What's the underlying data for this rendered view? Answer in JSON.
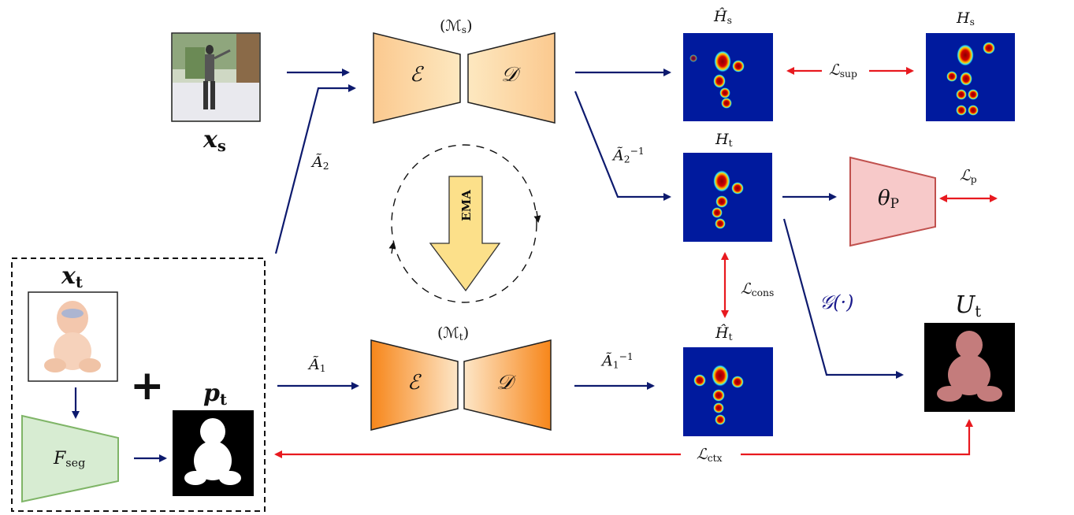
{
  "labels": {
    "x_s": "x",
    "x_s_sub": "s",
    "x_t": "x",
    "x_t_sub": "t",
    "p_t": "p",
    "p_t_sub": "t",
    "F_seg": "F",
    "F_seg_sub": "seg",
    "M_s": "(ℳ",
    "M_s_sub": "s",
    "M_t": "(ℳ",
    "M_t_sub": "t",
    "encoder": "ℰ",
    "decoder": "𝒟",
    "ema": "EMA",
    "A2": "Ã",
    "A2_sub": "2",
    "A2_inv": "Ã",
    "A2_inv_sub": "2",
    "A1": "Ã",
    "A1_sub": "1",
    "A1_inv": "Ã",
    "A1_inv_sub": "1",
    "inv_exp": "−1",
    "Hhat_s": "Ĥ",
    "Hhat_s_sub": "s",
    "H_s": "H",
    "H_s_sub": "s",
    "H_t": "H",
    "H_t_sub": "t",
    "Hhat_t": "Ĥ",
    "Hhat_t_sub": "t",
    "U_t": "U",
    "U_t_sub": "t",
    "theta_P": "θ",
    "theta_P_sub": "P",
    "G": "𝒢(·)",
    "L_sup": "ℒ",
    "L_sup_sub": "sup",
    "L_p": "ℒ",
    "L_p_sub": "p",
    "L_cons": "ℒ",
    "L_cons_sub": "cons",
    "L_ctx": "ℒ",
    "L_ctx_sub": "ctx",
    "plus": "+"
  },
  "colors": {
    "arrow_blue": "#0d1a6e",
    "arrow_red": "#e8191f",
    "student_fill": "#fcd49a",
    "teacher_fill": "#f98d1e",
    "ema_fill": "#fce08a",
    "theta_fill": "#f7c9c9",
    "theta_stroke": "#c0504d",
    "fseg_fill": "#d7ecd2",
    "fseg_stroke": "#7fb567",
    "heatmap_bg": "#001a9e",
    "mask_person": "#c47c7c"
  }
}
